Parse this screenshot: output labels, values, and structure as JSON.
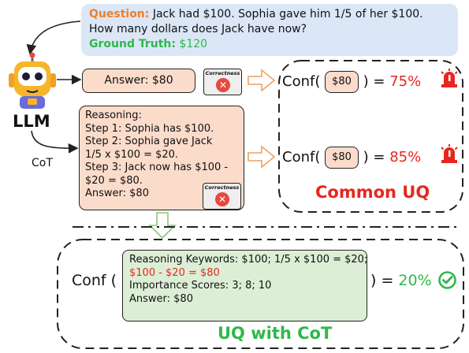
{
  "question": {
    "label": "Question:",
    "text1": " Jack had $100. Sophia gave him 1/5 of her $100.",
    "text2": "How many dollars does Jack have now?",
    "gt_label": "Ground Truth:",
    "gt_value": " $120"
  },
  "llm_label": "LLM",
  "cot_label": "CoT",
  "answer_box": "Answer: $80",
  "correctness_label": "Correctness",
  "reasoning": [
    "Reasoning:",
    "Step 1: Sophia has $100.",
    "Step 2: Sophia gave Jack",
    "1/5 x $100 = $20.",
    "Step 3: Jack now has $100 -",
    "$20 = $80.",
    "Answer: $80"
  ],
  "conf_top": {
    "prefix": "Conf(",
    "pill": "$80",
    "suffix": ") = ",
    "value": "75%"
  },
  "conf_mid": {
    "prefix": "Conf(",
    "pill": "$80",
    "suffix": ") = ",
    "value": "85%"
  },
  "common_uq": "Common UQ",
  "bottom": {
    "lines": [
      "Reasoning Keywords: $100; 1/5 x $100 = $20;",
      "$100 - $20 = $80",
      "Importance Scores: 3; 8; 10",
      "Answer: $80"
    ],
    "conf_prefix": "Conf (",
    "conf_suffix": ") = ",
    "conf_value": "20%"
  },
  "uq_cot": "UQ with CoT",
  "colors": {
    "orange": "#f07f27",
    "green": "#2fb84a",
    "red": "#e8261e",
    "peach": "#fbdccb",
    "blue": "#dbe7f6",
    "light_green": "#dcefd6"
  },
  "icons": [
    "robot-icon",
    "alarm-icon",
    "check-circle-icon",
    "x-circle-icon"
  ]
}
